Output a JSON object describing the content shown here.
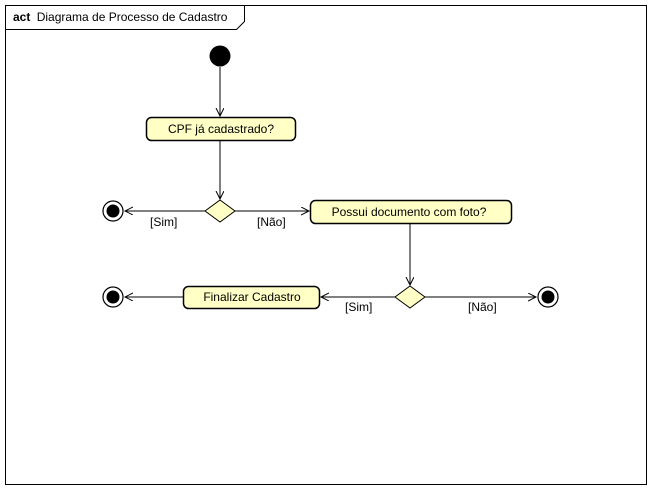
{
  "frame": {
    "keyword": "act",
    "title": "Diagrama de Processo de Cadastro"
  },
  "actions": {
    "cpf_check": "CPF já cadastrado?",
    "photo_document": "Possui documento com foto?",
    "finalize": "Finalizar Cadastro"
  },
  "guards": {
    "first_decision_yes": "[Sim]",
    "first_decision_no": "[Não]",
    "second_decision_yes": "[Sim]",
    "second_decision_no": "[Não]"
  },
  "colors": {
    "action_fill": "#ffffc6",
    "stroke": "#000000",
    "background": "#ffffff"
  }
}
